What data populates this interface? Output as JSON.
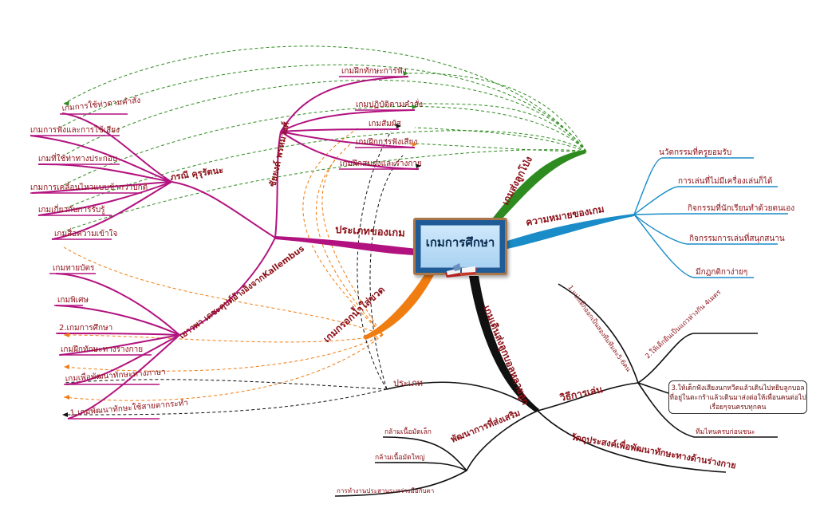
{
  "center": {
    "title": "เกมการศึกษา"
  },
  "branches": {
    "meaning": {
      "title": "ความหมายของเกม",
      "items": [
        "นวัตกรรมที่ครูยอมรับ",
        "การเล่นที่ไม่มีเครื่องเล่นก็ได้",
        "กิจกรรมที่นักเรียนทำด้วยตนเอง",
        "กิจกรรมการเล่นที่สนุกสนาน",
        "มีกฎกติกาง่ายๆ"
      ]
    },
    "game_ball": {
      "title": "เกมส่งลูกโป่ง"
    },
    "types": {
      "title": "ประเภทของเกม"
    },
    "catch": {
      "title": "เกมกรอกน้ำใส่ขวด"
    },
    "bottom": {
      "title": "เกมเดินส่งลูกบอลหลายลูก"
    },
    "author1": {
      "name": "ภรณี คุรุรัตนะ",
      "items": [
        "เกมการใช้ท่าตามคำสั่ง",
        "เกมการฟังและการใช้เสียง",
        "เกมที่ใช้ท่าทางประกอบ",
        "เกมการเคลื่อนไหวแบบช้ากว่าปกติ",
        "เกมเกี่ยวกับการรับรู้",
        "เกมสื่อความเข้าใจ"
      ]
    },
    "author2": {
      "name": "ชัยยงค์ พรหมวงศ์",
      "items": [
        "เกมฝึกทักษะการฟัง",
        "เกมปฏิบัติตามคำสั่ง",
        "เกมสัมผัส",
        "เกมฝึกการฟังเสียง",
        "เกมฝึกสมองและร่างกาย"
      ]
    },
    "author3": {
      "name": "เยาวพา เดชะคุปต์อ้างอิงจากKallembus",
      "items": [
        "เกมทายบัตร",
        "เกมพิเศษ",
        "2.เกมการศึกษา",
        "เกมฝึกทักษะทางร่างกาย",
        "เกมเพื่อพัฒนาทักษะทางภาษา",
        "1.เกมพัฒนาทักษะใช้สายตากระทำ"
      ]
    },
    "howto": {
      "title": "วิธีการเล่น",
      "items": [
        "1.แบ่งเด็กออกเป็นสองทีมทีมละ5-6คน",
        "2.ให้เด็กยืนเป็นแถวห่างกัน 4เมตร",
        "3.ให้เด็กฟังเสียงนกหวีดแล้วเดินไปหยิบลูกบอลที่อยู่ในตะกร้าแล้วเดินมาส่งต่อให้เพื่อนคนต่อไปเรื่อยๆจนครบทุกคน",
        "ทีมไหนครบก่อนชนะ"
      ]
    },
    "purpose": {
      "title": "วัตถุประสงค์เพื่อพัฒนาทักษะทางด้านร่างกาย"
    },
    "category": {
      "title": "ประเภท"
    },
    "develop": {
      "title": "พัฒนาการที่ส่งเสริม",
      "items": [
        "กล้ามเนื้อมัดเล็ก",
        "กล้ามเนื้อมัดใหญ่",
        "การทำงานประสานระหว่างมือกับตา"
      ]
    }
  },
  "colors": {
    "purple": "#b2127f",
    "blue": "#1a8cc8",
    "green": "#2e8b1f",
    "orange": "#f07d12",
    "black": "#111111",
    "text_red": "#8b0f16"
  }
}
